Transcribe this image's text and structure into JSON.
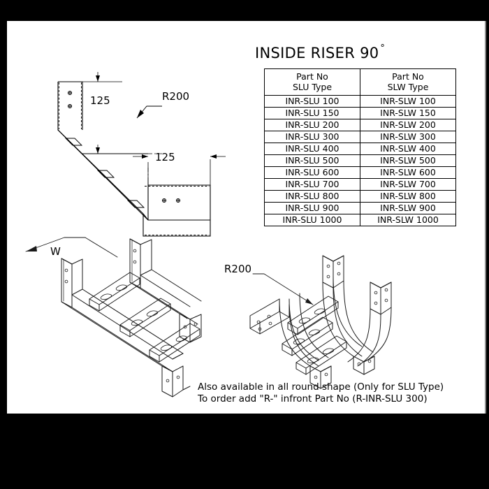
{
  "sheet": {
    "title": "INSIDE RISER 90",
    "degree_symbol": "°"
  },
  "table": {
    "headers": [
      {
        "line1": "Part No",
        "line2": "SLU Type"
      },
      {
        "line1": "Part No",
        "line2": "SLW Type"
      }
    ],
    "rows": [
      [
        "INR-SLU 100",
        "INR-SLW 100"
      ],
      [
        "INR-SLU 150",
        "INR-SLW 150"
      ],
      [
        "INR-SLU 200",
        "INR-SLW 200"
      ],
      [
        "INR-SLU 300",
        "INR-SLW 300"
      ],
      [
        "INR-SLU 400",
        "INR-SLW 400"
      ],
      [
        "INR-SLU 500",
        "INR-SLW 500"
      ],
      [
        "INR-SLU 600",
        "INR-SLW 600"
      ],
      [
        "INR-SLU 700",
        "INR-SLW 700"
      ],
      [
        "INR-SLU 800",
        "INR-SLW 800"
      ],
      [
        "INR-SLU 900",
        "INR-SLW 900"
      ],
      [
        "INR-SLU 1000",
        "INR-SLW 1000"
      ]
    ]
  },
  "dimensions": {
    "height_125": "125",
    "width_125": "125",
    "radius_top": "R200",
    "width_w": "W",
    "radius_iso": "R200"
  },
  "footer": {
    "line1": "Also available in all round shape (Only for SLU Type)",
    "line2": "To order add \"R-\" infront Part No (R-INR-SLU 300)"
  },
  "colors": {
    "background": "#000000",
    "sheet": "#ffffff",
    "line": "#000000",
    "edge": "#8a8a8a"
  }
}
